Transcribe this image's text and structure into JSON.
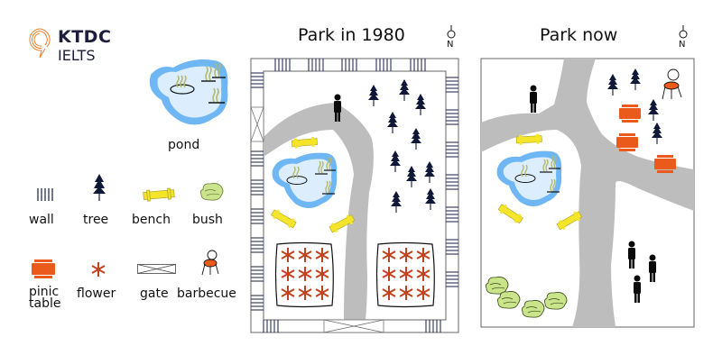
{
  "brand": {
    "line1": "KTDC",
    "line2": "IELTS",
    "color": "#ee7d2b"
  },
  "legend": {
    "pond": "pond",
    "items": [
      {
        "key": "wall",
        "label": "wall"
      },
      {
        "key": "tree",
        "label": "tree"
      },
      {
        "key": "bench",
        "label": "bench"
      },
      {
        "key": "bush",
        "label": "bush"
      },
      {
        "key": "picnic_table",
        "label": "pinic table"
      },
      {
        "key": "flower",
        "label": "flower"
      },
      {
        "key": "gate",
        "label": "gate"
      },
      {
        "key": "barbecue",
        "label": "barbecue"
      }
    ]
  },
  "maps": [
    {
      "title": "Park in 1980",
      "north": "N"
    },
    {
      "title": "Park now",
      "north": "N"
    }
  ],
  "colors": {
    "path": "#bdbdbd",
    "pond_outer": "#6fb6f5",
    "pond_inner": "#dceefe",
    "tree": "#101838",
    "bench": "#f5e52a",
    "bush": "#c9e48a",
    "picnic": "#ea5a1a",
    "flower": "#c0431c",
    "wall": "#2a2d55",
    "person": "#0a0a0a"
  }
}
